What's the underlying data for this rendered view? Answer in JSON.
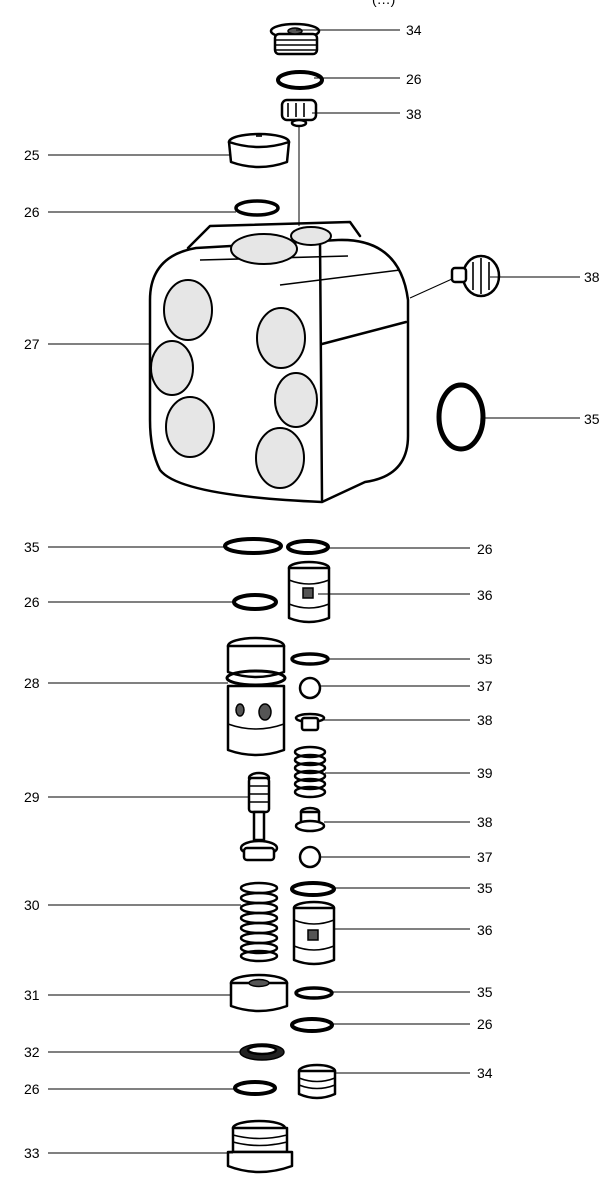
{
  "title_fragment": "(…)",
  "callouts": [
    {
      "id": "34-top",
      "number": "34"
    },
    {
      "id": "26-a",
      "number": "26"
    },
    {
      "id": "38-a",
      "number": "38"
    },
    {
      "id": "25",
      "number": "25"
    },
    {
      "id": "26-b",
      "number": "26"
    },
    {
      "id": "38-b",
      "number": "38"
    },
    {
      "id": "27",
      "number": "27"
    },
    {
      "id": "35-a",
      "number": "35"
    },
    {
      "id": "35-b",
      "number": "35"
    },
    {
      "id": "26-c",
      "number": "26"
    },
    {
      "id": "26-d",
      "number": "26"
    },
    {
      "id": "36-a",
      "number": "36"
    },
    {
      "id": "28",
      "number": "28"
    },
    {
      "id": "35-c",
      "number": "35"
    },
    {
      "id": "37-a",
      "number": "37"
    },
    {
      "id": "38-c",
      "number": "38"
    },
    {
      "id": "39",
      "number": "39"
    },
    {
      "id": "29",
      "number": "29"
    },
    {
      "id": "38-d",
      "number": "38"
    },
    {
      "id": "37-b",
      "number": "37"
    },
    {
      "id": "30",
      "number": "30"
    },
    {
      "id": "35-d",
      "number": "35"
    },
    {
      "id": "36-b",
      "number": "36"
    },
    {
      "id": "31",
      "number": "31"
    },
    {
      "id": "35-e",
      "number": "35"
    },
    {
      "id": "26-e",
      "number": "26"
    },
    {
      "id": "32",
      "number": "32"
    },
    {
      "id": "34-bottom",
      "number": "34"
    },
    {
      "id": "26-f",
      "number": "26"
    },
    {
      "id": "33",
      "number": "33"
    }
  ]
}
